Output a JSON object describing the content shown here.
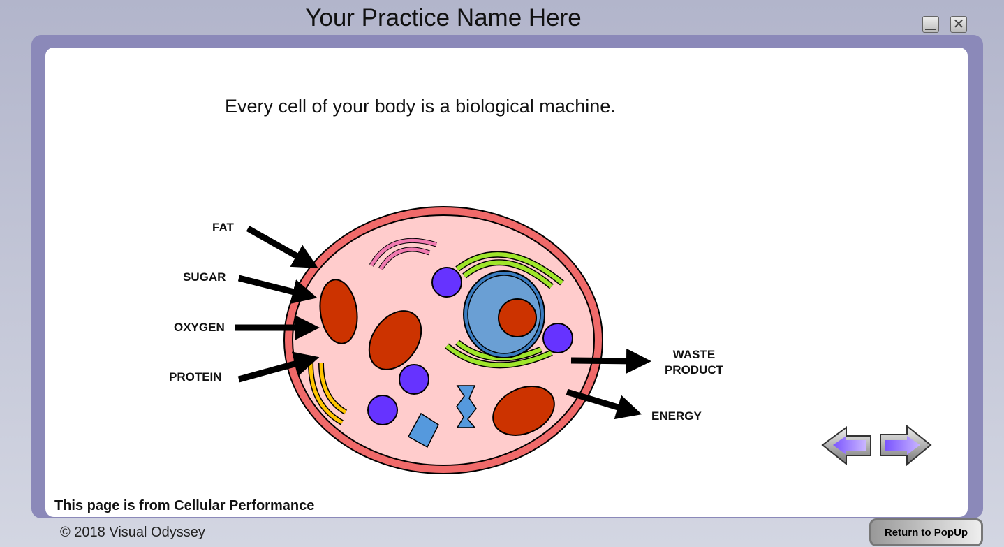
{
  "window": {
    "title": "Your Practice Name Here",
    "minimize": "minimize",
    "close": "close"
  },
  "content": {
    "headline": "Every cell of your body is a biological machine.",
    "inputs": [
      "FAT",
      "SUGAR",
      "OXYGEN",
      "PROTEIN"
    ],
    "outputs": {
      "waste_line1": "WASTE",
      "waste_line2": "PRODUCT",
      "energy": "ENERGY"
    },
    "source_note": "This page is from Cellular Performance"
  },
  "footer": {
    "copyright": "© 2018 Visual Odyssey",
    "return_button": "Return to PopUp"
  },
  "colors": {
    "frame": "#8b89b9",
    "cell_membrane": "#f06a6a",
    "cytoplasm": "#ffcccc",
    "nav_arrow": "#9f7aff"
  }
}
